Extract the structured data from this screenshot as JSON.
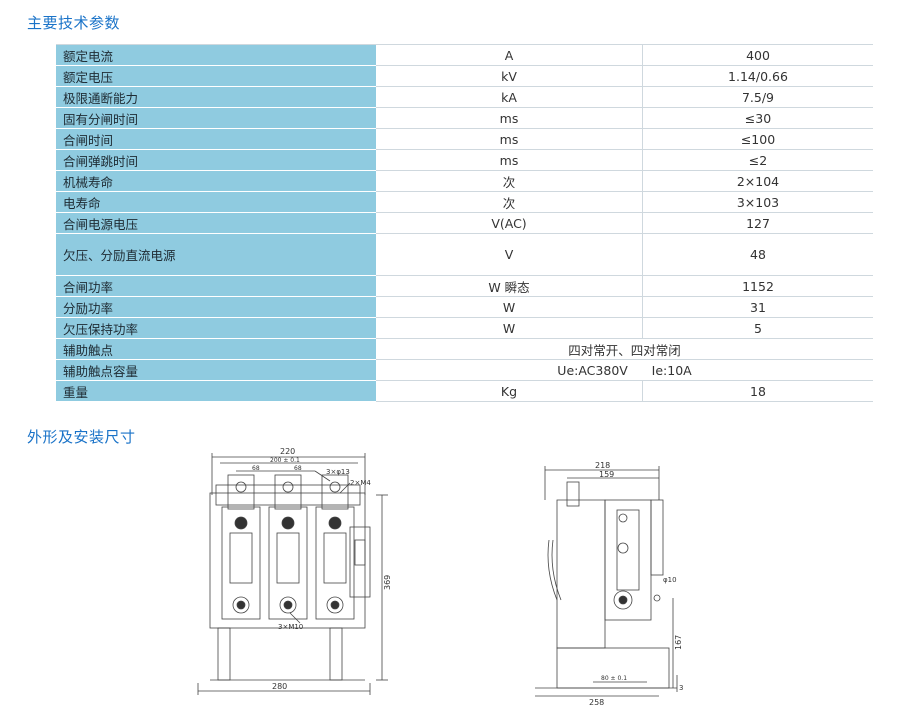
{
  "section_specs_title": "主要技术参数",
  "section_dims_title": "外形及安装尺寸",
  "specs": [
    {
      "name": "额定电流",
      "unit": "A",
      "value": "400"
    },
    {
      "name": "额定电压",
      "unit": "kV",
      "value": "1.14/0.66"
    },
    {
      "name": "极限通断能力",
      "unit": "kA",
      "value": "7.5/9"
    },
    {
      "name": "固有分闸时间",
      "unit": "ms",
      "value": "≤30"
    },
    {
      "name": "合闸时间",
      "unit": "ms",
      "value": "≤100"
    },
    {
      "name": "合闸弹跳时间",
      "unit": "ms",
      "value": "≤2"
    },
    {
      "name": "机械寿命",
      "unit": "次",
      "value": "2×104"
    },
    {
      "name": "电寿命",
      "unit": "次",
      "value": "3×103"
    },
    {
      "name": "合闸电源电压",
      "unit": "V(AC)",
      "value": "127"
    },
    {
      "name": "欠压、分励直流电源",
      "unit": "V",
      "value": "48"
    },
    {
      "name": "合闸功率",
      "unit": "W 瞬态",
      "value": "1152"
    },
    {
      "name": "分励功率",
      "unit": "W",
      "value": "31"
    },
    {
      "name": "欠压保持功率",
      "unit": "W",
      "value": "5"
    },
    {
      "name": "辅助触点",
      "merged": "四对常开、四对常闭"
    },
    {
      "name": "辅助触点容量",
      "merged": "Ue:AC380V      Ie:10A"
    },
    {
      "name": "重量",
      "unit": "Kg",
      "value": "18"
    }
  ],
  "front_view": {
    "dim_220": "220",
    "dim_200": "200 ± 0.1",
    "dim_68a": "68",
    "dim_68b": "68",
    "holes": "3×φ13",
    "thread": "2×M4",
    "height": "369",
    "bolts": "3×M10",
    "width_280": "280"
  },
  "side_view": {
    "dim_218": "218",
    "dim_159": "159",
    "dia": "φ10",
    "dim_167": "167",
    "dim_80": "80 ± 0.1",
    "dim_3": "3",
    "dim_258": "258"
  }
}
